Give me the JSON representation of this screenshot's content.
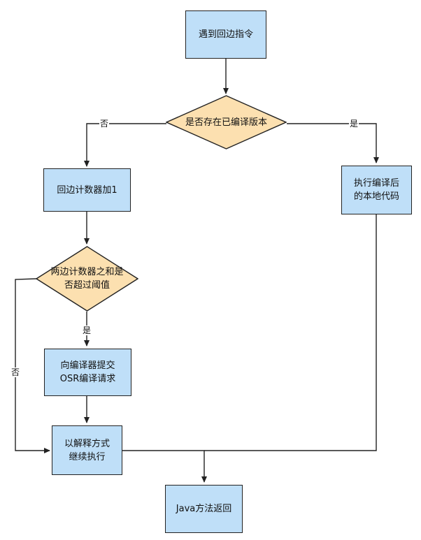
{
  "nodes": {
    "start": "遇到回边指令",
    "check_compiled": "是否存在已编译版本",
    "counter_add": "回边计数器加1",
    "threshold_check": "两边计数器之和是\n否超过阈值",
    "submit_osr": "向编译器提交\nOSR编译请求",
    "interpret": "以解释方式\n继续执行",
    "exec_compiled": "执行编译后\n的本地代码",
    "method_return": "Java方法返回"
  },
  "edge_labels": {
    "compiled_no": "否",
    "compiled_yes": "是",
    "threshold_yes": "是",
    "threshold_no": "否"
  },
  "colors": {
    "box_fill": "#bfdff8",
    "diamond_fill": "#fce0b0",
    "stroke": "#222222"
  }
}
